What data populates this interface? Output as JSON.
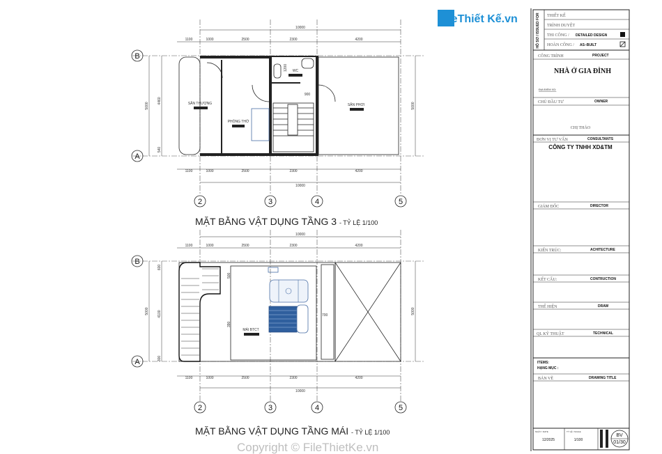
{
  "logo": {
    "text": "FileThiết Kế.vn",
    "color": "#1e90d6"
  },
  "watermark": "Copyright © FileThietKe.vn",
  "plans": [
    {
      "title": "MẶT BẰNG VẬT DỤNG TẦNG 3",
      "scale": "- TỶ LỆ 1/100",
      "total": "10000",
      "segments": [
        "1100",
        "1000",
        "2500",
        "2300",
        "4200"
      ],
      "side_total": "5000",
      "side_parts": [
        "4460",
        "540"
      ],
      "rooms": [
        "SÂN THƯỢNG",
        "PHÒNG THỜ",
        "WC",
        "SÂN PHƠI"
      ],
      "notes": [
        "900",
        "1200"
      ]
    },
    {
      "title": "MẶT BẰNG VẬT DỤNG TẦNG MÁI",
      "scale": "- TỶ LỆ 1/100",
      "total": "10000",
      "segments": [
        "1100",
        "1000",
        "2500",
        "2300",
        "4200"
      ],
      "side_total": "5000",
      "side_parts": [
        "600",
        "4100",
        "300"
      ],
      "rooms": [
        "MÁI BTCT"
      ],
      "notes": [
        "700",
        "500",
        "390"
      ]
    }
  ],
  "axes": {
    "columns": [
      "2",
      "3",
      "4",
      "5"
    ],
    "rows": [
      "B",
      "A"
    ]
  },
  "title_block": {
    "issued_for": "HỒ SƠ / ISSUED FOR",
    "stages": [
      {
        "label": "THIẾT KẾ",
        "value": ""
      },
      {
        "label": "TRÌNH DUYỆT",
        "value": ""
      },
      {
        "label": "THI CÔNG /",
        "value": "DETAILED DESIGN"
      },
      {
        "label": "HOÀN CÔNG /",
        "value": "AS–BUILT"
      }
    ],
    "project_label": "CÔNG TRÌNH",
    "project_en": "PROJECT",
    "project_name": "NHÀ Ở GIA ĐÌNH",
    "location_label": "ĐỊA ĐIỂM XD:",
    "owner_label": "CHỦ ĐẦU TƯ",
    "owner_en": "OWNER",
    "owner_name": "CHỊ THẢO",
    "consultant_label": "ĐƠN VỊ TƯ VẤN",
    "consultant_en": "CONSULTANTS",
    "consultant_name": "CÔNG TY TNHH XD&TM",
    "roles": [
      {
        "label": "GIÁM ĐỐC",
        "en": "DIRECTOR"
      },
      {
        "label": "KIẾN TRÚC:",
        "en": "ACHITECTURE"
      },
      {
        "label": "KẾT CẤU:",
        "en": "CONTRUCTION"
      },
      {
        "label": "THỂ HIỆN",
        "en": "DRAW"
      },
      {
        "label": "QL KỸ THUẬT",
        "en": "TECHNICAL"
      }
    ],
    "items_label": "ITEMS:",
    "items_vi": "HẠNG MỤC :",
    "drawing_label": "BẢN VẼ",
    "drawing_en": "DRAWING TITLE",
    "date_label": "NGÀY / DATE",
    "date": "12/2025",
    "scale_label": "TỶ LỆ / SCALE",
    "scale": "1/100",
    "sheet_prefix": "BV",
    "sheet": "01/30"
  }
}
